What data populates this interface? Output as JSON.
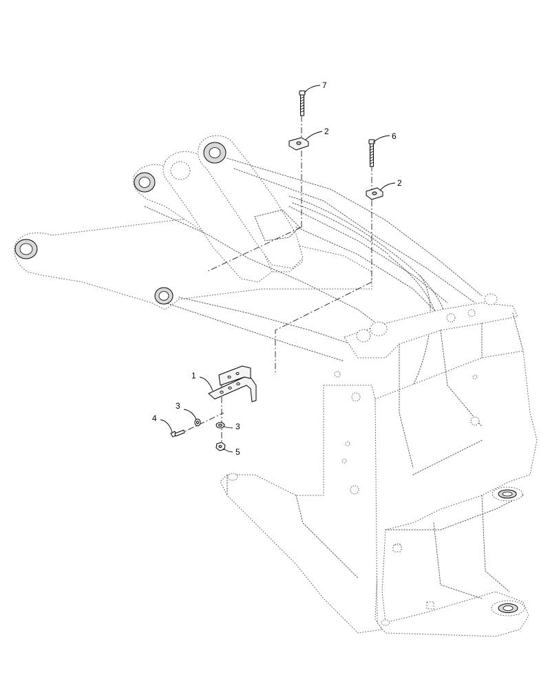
{
  "callouts": [
    {
      "id": "1",
      "text": "1"
    },
    {
      "id": "2a",
      "text": "2"
    },
    {
      "id": "2b",
      "text": "2"
    },
    {
      "id": "3a",
      "text": "3"
    },
    {
      "id": "3b",
      "text": "3"
    },
    {
      "id": "4",
      "text": "4"
    },
    {
      "id": "5",
      "text": "5"
    },
    {
      "id": "6",
      "text": "6"
    },
    {
      "id": "7",
      "text": "7"
    }
  ]
}
